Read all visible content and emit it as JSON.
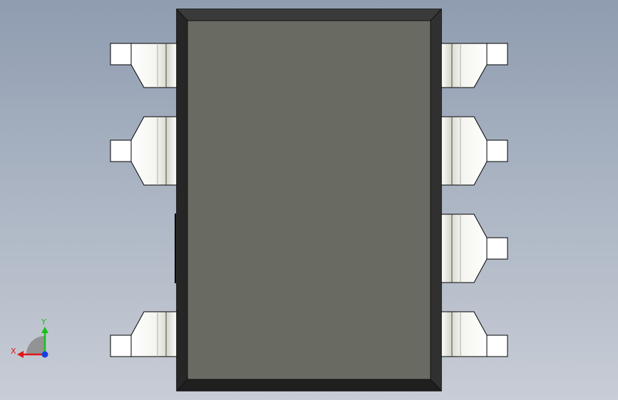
{
  "viewport": {
    "background_top": "#8f9cb0",
    "background_bottom": "#c8cdd6"
  },
  "component": {
    "type": "soic-8-package",
    "body_color": "#696b63",
    "body_border_color": "#2d2d2d",
    "lead_color": "#ffffff",
    "lead_shadow_color": "#c8ccbe",
    "left_leads": 3,
    "right_leads": 4
  },
  "triad": {
    "x_label": "X",
    "y_label": "Y",
    "x_color": "#e01818",
    "y_color": "#18c018",
    "z_color": "#1840e0"
  }
}
